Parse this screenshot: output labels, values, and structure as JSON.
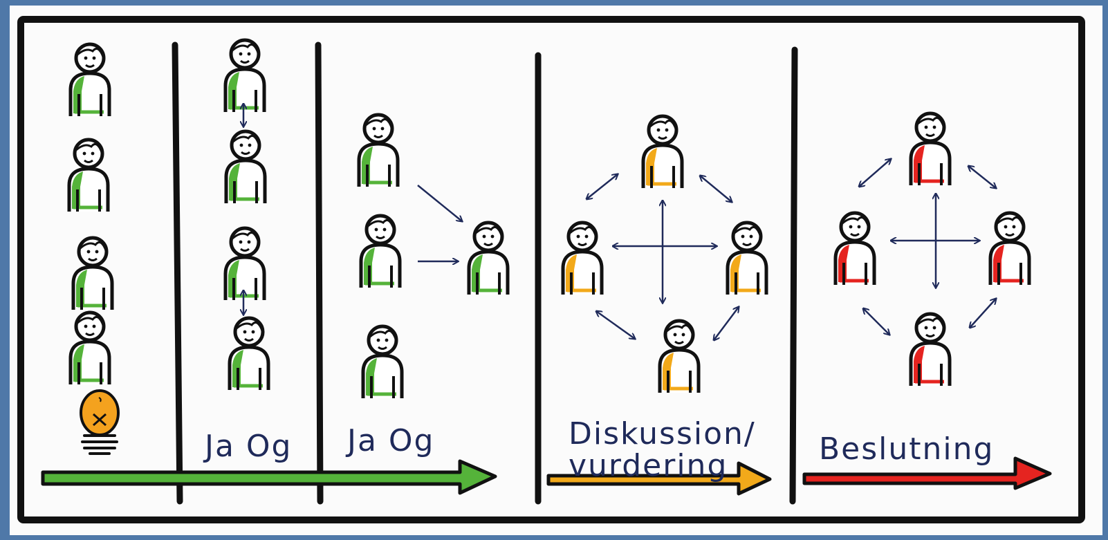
{
  "colors": {
    "background_frame": "#4f78a8",
    "board": "#fbfbfb",
    "ink": "#111111",
    "arrow_ink": "#1f2a5a",
    "green": "#55b33a",
    "orange": "#f2a91a",
    "red": "#e52420",
    "bulb": "#f4a21e"
  },
  "stages": [
    {
      "id": "idea",
      "label": "",
      "color_key": "green",
      "people": 4,
      "layout": "column",
      "icon": "lightbulb-icon"
    },
    {
      "id": "ja-og-pairs",
      "label": "Ja Og",
      "color_key": "green",
      "people": 4,
      "layout": "pairs"
    },
    {
      "id": "ja-og-merge",
      "label": "Ja Og",
      "color_key": "green",
      "people": 4,
      "layout": "converge"
    },
    {
      "id": "diskussion",
      "label_line1": "Diskussion/",
      "label_line2": "vurdering",
      "color_key": "orange",
      "people": 4,
      "layout": "diamond"
    },
    {
      "id": "beslutning",
      "label": "Beslutning",
      "color_key": "red",
      "people": 4,
      "layout": "diamond"
    }
  ],
  "process_arrows": [
    {
      "id": "green-arrow",
      "color_key": "green"
    },
    {
      "id": "orange-arrow",
      "color_key": "orange"
    },
    {
      "id": "red-arrow",
      "color_key": "red"
    }
  ]
}
